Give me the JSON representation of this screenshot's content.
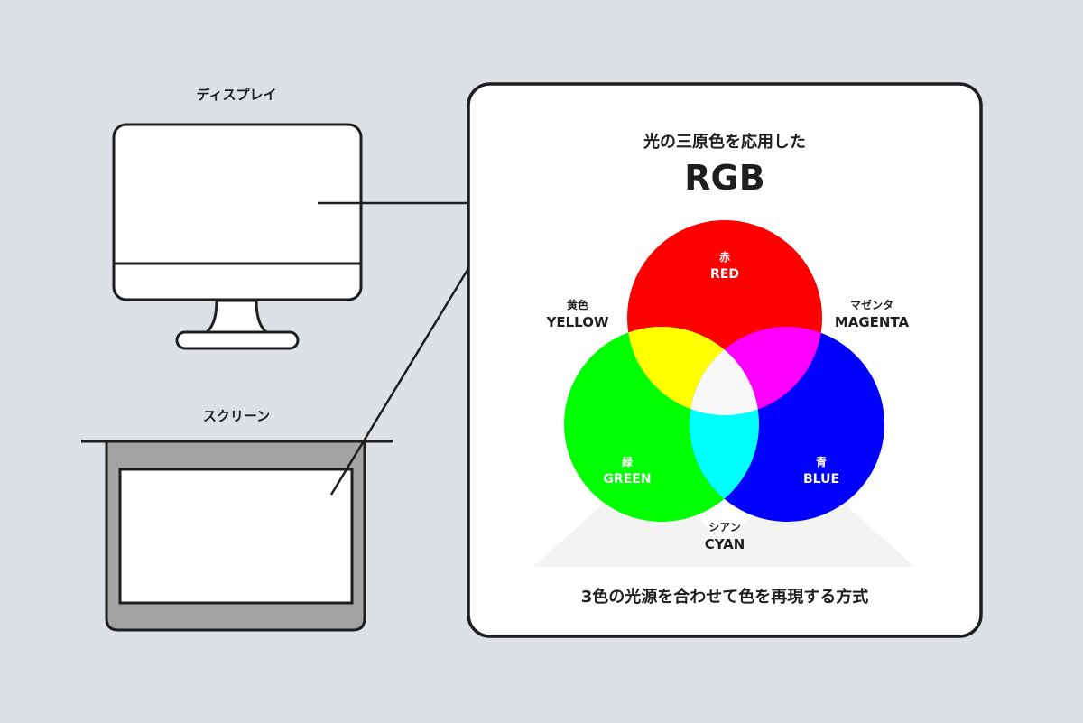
{
  "left": {
    "display_label": "ディスプレイ",
    "screen_label": "スクリーン"
  },
  "panel": {
    "subtitle": "光の三原色を応用した",
    "title": "RGB",
    "caption": "3色の光源を合わせて色を再現する方式"
  },
  "colors": {
    "red": {
      "jp": "赤",
      "en": "RED",
      "hex": "#ff0000"
    },
    "green": {
      "jp": "緑",
      "en": "GREEN",
      "hex": "#00ff00"
    },
    "blue": {
      "jp": "青",
      "en": "BLUE",
      "hex": "#0000ff"
    },
    "yellow": {
      "jp": "黄色",
      "en": "YELLOW",
      "hex": "#ffff00"
    },
    "magenta": {
      "jp": "マゼンタ",
      "en": "MAGENTA",
      "hex": "#ff00ff"
    },
    "cyan": {
      "jp": "シアン",
      "en": "CYAN",
      "hex": "#00ffff"
    },
    "white": {
      "hex": "#ffffff"
    }
  },
  "theme": {
    "background": "#dde1e6",
    "outline": "#1e1e1e",
    "screen_frame": "#a3a3a3"
  }
}
